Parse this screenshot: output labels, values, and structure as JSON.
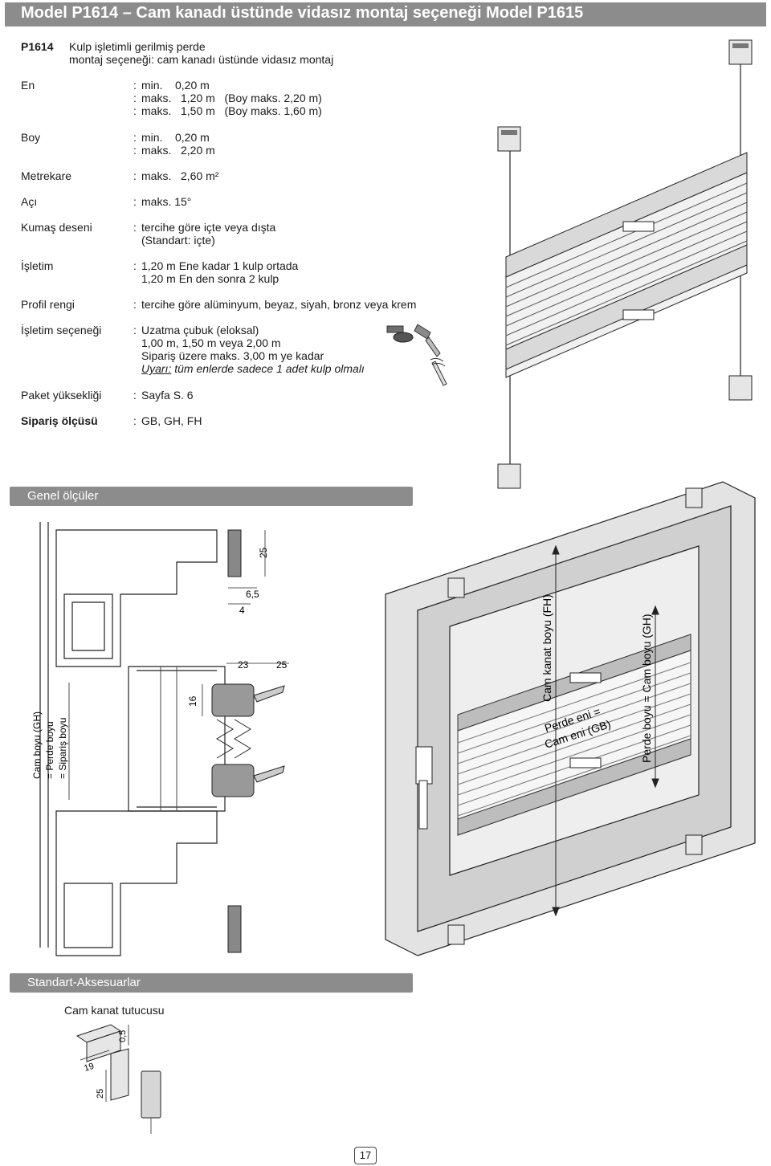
{
  "header": {
    "title": "Model P1614 – Cam kanadı üstünde vidasız montaj seçeneği Model P1615"
  },
  "intro": {
    "code": "P1614",
    "lines": [
      "Kulp işletimli gerilmiş perde",
      "montaj seçeneği: cam kanadı üstünde vidasız montaj"
    ]
  },
  "specs": {
    "en": {
      "label": "En",
      "values": [
        "min.    0,20 m",
        "maks.   1,20 m   (Boy maks. 2,20 m)",
        "maks.   1,50 m   (Boy maks. 1,60 m)"
      ]
    },
    "boy": {
      "label": "Boy",
      "values": [
        "min.    0,20 m",
        "maks.   2,20 m"
      ]
    },
    "metrekare": {
      "label": "Metrekare",
      "value": "maks.   2,60 m²"
    },
    "aci": {
      "label": "Açı",
      "value": "maks. 15°"
    },
    "kumas": {
      "label": "Kumaş deseni",
      "values": [
        "tercihe göre içte veya dışta",
        "(Standart: içte)"
      ]
    },
    "isletim": {
      "label": "İşletim",
      "values": [
        "1,20 m Ene kadar 1 kulp ortada",
        "1,20 m En den sonra 2 kulp"
      ]
    },
    "profil": {
      "label": "Profil rengi",
      "value": "tercihe göre alüminyum, beyaz, siyah, bronz veya krem"
    },
    "isletim_secenegi": {
      "label": "İşletim seçeneği",
      "values": [
        "Uzatma çubuk (eloksal)",
        "1,00 m, 1,50 m veya 2,00 m",
        "Sipariş üzere maks. 3,00 m ye kadar"
      ],
      "warning_prefix": "Uyarı:",
      "warning_text": " tüm enlerde sadece 1 adet kulp olmalı"
    },
    "paket": {
      "label": "Paket yüksekliği",
      "value": "Sayfa S. 6"
    },
    "siparis": {
      "label": "Sipariş ölçüsü",
      "value": "GB, GH, FH"
    }
  },
  "colon": ":",
  "sections": {
    "genel": "Genel ölçüler",
    "aksesuar": "Standart-Aksesuarlar"
  },
  "section_drawing": {
    "dims": [
      "25",
      "6,5",
      "4",
      "23",
      "25",
      "16"
    ],
    "left_labels": [
      "Cam boyu (GH)",
      "= Perde boyu",
      "= Sipariş boyu"
    ]
  },
  "window_drawing": {
    "fh_label": "Cam kanat boyu (FH)",
    "gb_line1": "Perde eni =",
    "gb_line2": "Cam eni (GB)",
    "gh_label": "Perde boyu = Cam boyu (GH)"
  },
  "accessory": {
    "label": "Cam kanat tutucusu",
    "dims": [
      "0,5",
      "19",
      "25"
    ]
  },
  "page_number": "17"
}
